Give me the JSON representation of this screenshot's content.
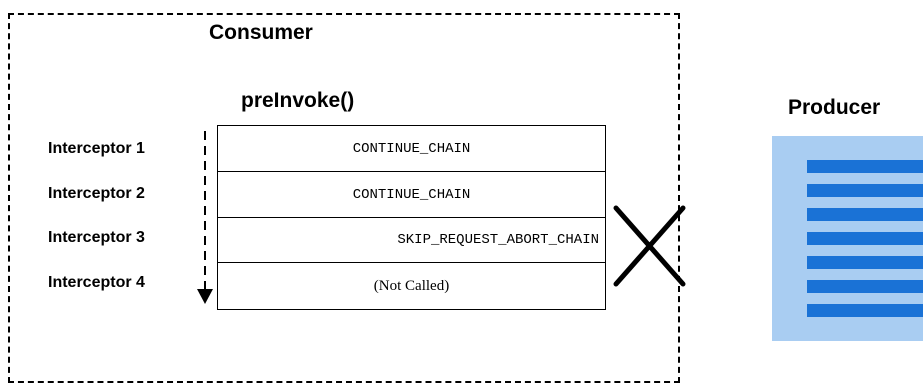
{
  "consumer": {
    "title": "Consumer"
  },
  "phase": {
    "title": "preInvoke()"
  },
  "producer": {
    "title": "Producer"
  },
  "interceptors": [
    {
      "label": "Interceptor 1",
      "result": "CONTINUE_CHAIN"
    },
    {
      "label": "Interceptor 2",
      "result": "CONTINUE_CHAIN"
    },
    {
      "label": "Interceptor 3",
      "result": "SKIP_REQUEST_ABORT_CHAIN"
    },
    {
      "label": "Interceptor 4",
      "result": "(Not Called)"
    }
  ],
  "colors": {
    "producer_dark": "#1A72D6",
    "producer_light": "#A9CDF2",
    "line": "#000000"
  }
}
